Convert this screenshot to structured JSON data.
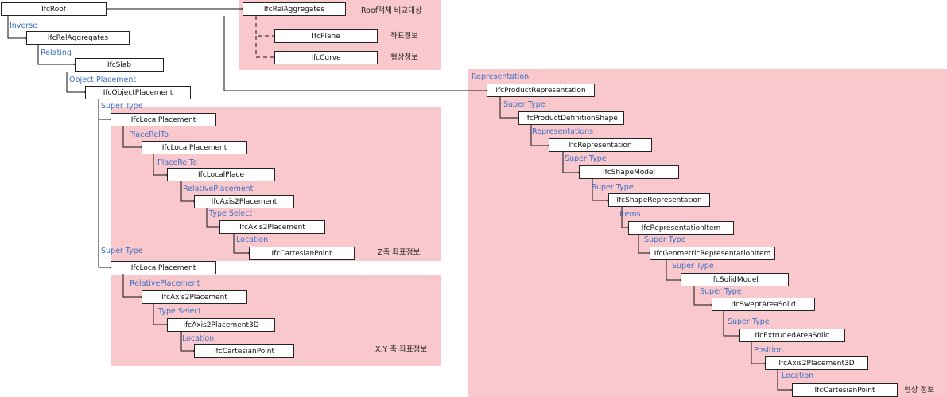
{
  "colors": {
    "region": "#f9c8cc",
    "relation_text": "#3f6fc4",
    "node_border": "#222222",
    "line": "#111111"
  },
  "nodes": {
    "ifcroof": "IfcRoof",
    "relagg_top": "IfcRelAggregates",
    "plane": "IfcPlane",
    "curve": "IfcCurve",
    "relagg": "IfcRelAggregates",
    "slab": "IfcSlab",
    "objplacement": "IfcObjectPlacement",
    "localplacement1": "IfcLocalPlacement",
    "localplacement2": "IfcLocalPlacement",
    "localplace": "IfcLocalPlace",
    "axis2placement_a": "IfcAxis2Placement",
    "axis2placement_b": "IfcAxis2Placement",
    "cartesian_z": "IfcCartesianPoint",
    "localplacement3": "IfcLocalPlacement",
    "axis2placement_c": "IfcAxis2Placement",
    "axis2placement3d_a": "IfcAxis2Placement3D",
    "cartesian_xy": "IfcCartesianPoint",
    "productrep": "IfcProductRepresentation",
    "productdefshape": "IfcProductDefinitionShape",
    "representation": "IfcRepresentation",
    "shapemodel": "IfcShapeModel",
    "shaperep": "IfcShapeRepresentation",
    "repitem": "IfcRepresentationItem",
    "georepitem": "IfcGeometricRepresentationItem",
    "solidmodel": "IfcSolidModel",
    "sweptareasolid": "IfcSweptAreaSolid",
    "extrudedareasolid": "IfcExtrudedAreaSolid",
    "axis2placement3d_b": "IfcAxis2Placement3D",
    "cartesian_shape": "IfcCartesianPoint"
  },
  "relations": {
    "inverse": "Inverse",
    "relating": "Relating",
    "object_placement": "Object Placement",
    "super_type_1": "Super Type",
    "placerelto_1": "PlaceRelTo",
    "placerelto_2": "PlaceRelTo",
    "relativeplacement_1": "RelativePlacement",
    "type_select_1": "Type Select",
    "location_1": "Location",
    "super_type_2": "Super Type",
    "relativeplacement_2": "RelativePlacement",
    "type_select_2": "Type Select",
    "location_2": "Location",
    "representation": "Representation",
    "super_type_r1": "Super Type",
    "representations": "Representations",
    "super_type_r2": "Super Type",
    "super_type_r3": "Super Type",
    "items": "Items",
    "super_type_r4": "Super Type",
    "super_type_r5": "Super Type",
    "super_type_r6": "Super Type",
    "super_type_r7": "Super Type",
    "position": "Position",
    "location_r": "Location"
  },
  "notes": {
    "roof_compare": "Roof객체 비교대상",
    "coord_info": "좌표정보",
    "shape_info_top": "형상정보",
    "z_coord": "Z축 좌표정보",
    "xy_coord": "X,Y 축 좌표정보",
    "shape_info_bottom": "형상 정보"
  }
}
